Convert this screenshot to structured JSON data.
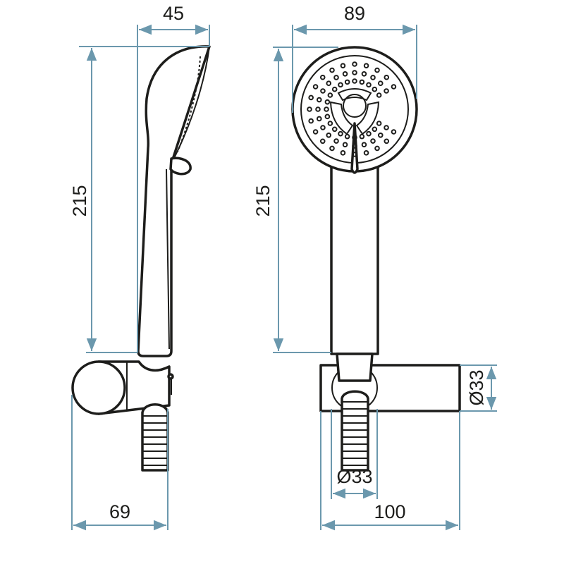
{
  "title": "Hand shower with wall bracket - dimension drawing",
  "colors": {
    "dimension": "#6b98ad",
    "outline": "#1d1d1b"
  },
  "side_view": {
    "width": "45",
    "height": "215",
    "bracket_depth": "69"
  },
  "front_view": {
    "head_diameter": "89",
    "height": "215",
    "bracket_diameter": "Ø33",
    "hose_diameter": "Ø33",
    "bracket_width": "100"
  }
}
